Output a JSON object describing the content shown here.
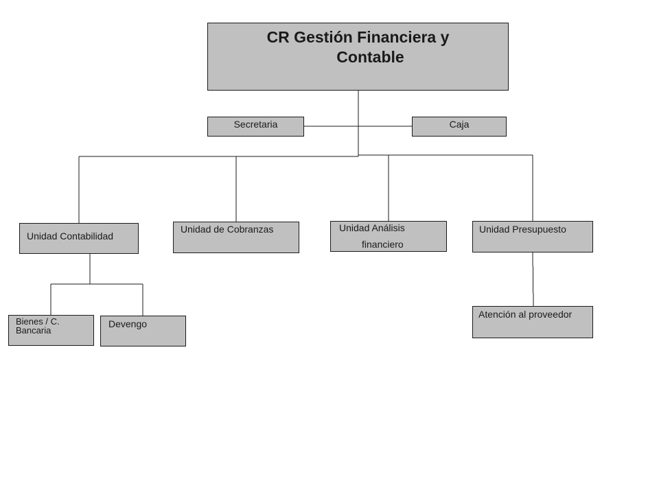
{
  "diagram": {
    "root": {
      "line1": "CR Gestión Financiera y",
      "line2": "Contable"
    },
    "staff": {
      "secretaria": "Secretaria",
      "caja": "Caja"
    },
    "units": {
      "contabilidad": "Unidad Contabilidad",
      "cobranzas": "Unidad de Cobranzas",
      "analisis_line1": "Unidad Análisis",
      "analisis_line2": "financiero",
      "presupuesto": "Unidad Presupuesto"
    },
    "sub_units": {
      "bienes_line1": "Bienes / C.",
      "bienes_line2": "Bancaria",
      "devengo": "Devengo",
      "atencion": "Atención al proveedor"
    }
  }
}
